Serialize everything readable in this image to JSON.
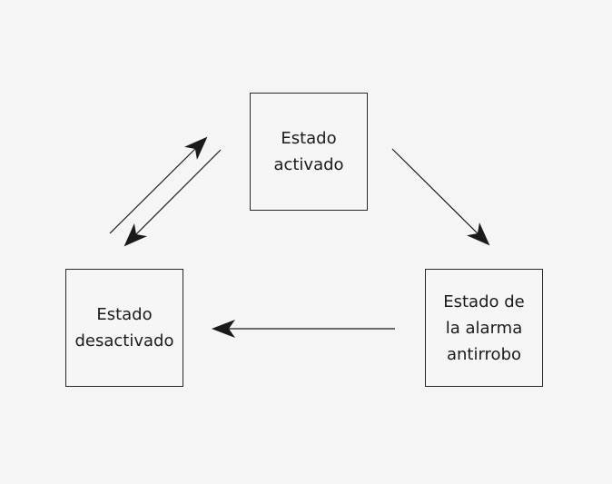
{
  "diagram": {
    "nodes": {
      "activated": "Estado\nactivado",
      "deactivated": "Estado\ndesactivado",
      "alarm": "Estado de\nla alarma\nantirrobo"
    },
    "edges": [
      {
        "from": "deactivated",
        "to": "activated"
      },
      {
        "from": "activated",
        "to": "deactivated"
      },
      {
        "from": "activated",
        "to": "alarm"
      },
      {
        "from": "alarm",
        "to": "deactivated"
      }
    ],
    "colors": {
      "background": "#f4f5f4",
      "stroke": "#1a1a1a"
    }
  }
}
